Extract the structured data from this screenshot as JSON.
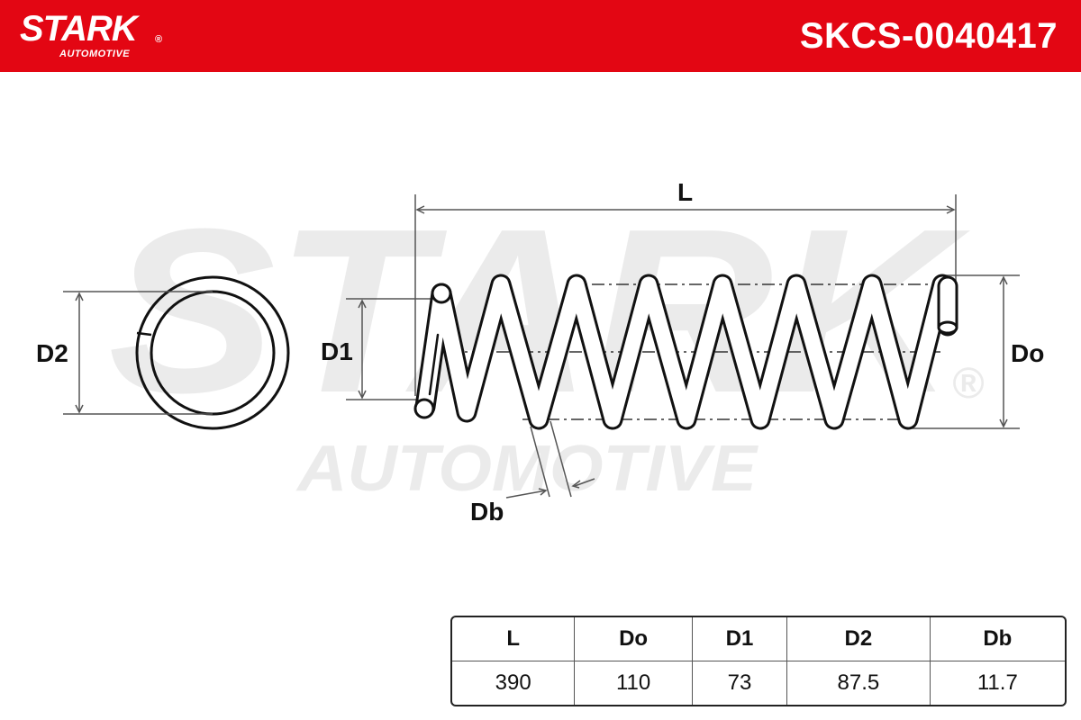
{
  "header": {
    "brand": "STARK",
    "brand_sub": "AUTOMOTIVE",
    "brand_mark": "®",
    "part_number": "SKCS-0040417",
    "color": "#e30613"
  },
  "watermark": {
    "brand": "STARK",
    "sub": "AUTOMOTIVE",
    "mark": "®"
  },
  "diagram": {
    "labels": {
      "L": "L",
      "D2": "D2",
      "D1": "D1",
      "Do": "Do",
      "Db": "Db"
    }
  },
  "spec_table": {
    "headers": [
      "L",
      "Do",
      "D1",
      "D2",
      "Db"
    ],
    "values": [
      "390",
      "110",
      "73",
      "87.5",
      "11.7"
    ]
  }
}
